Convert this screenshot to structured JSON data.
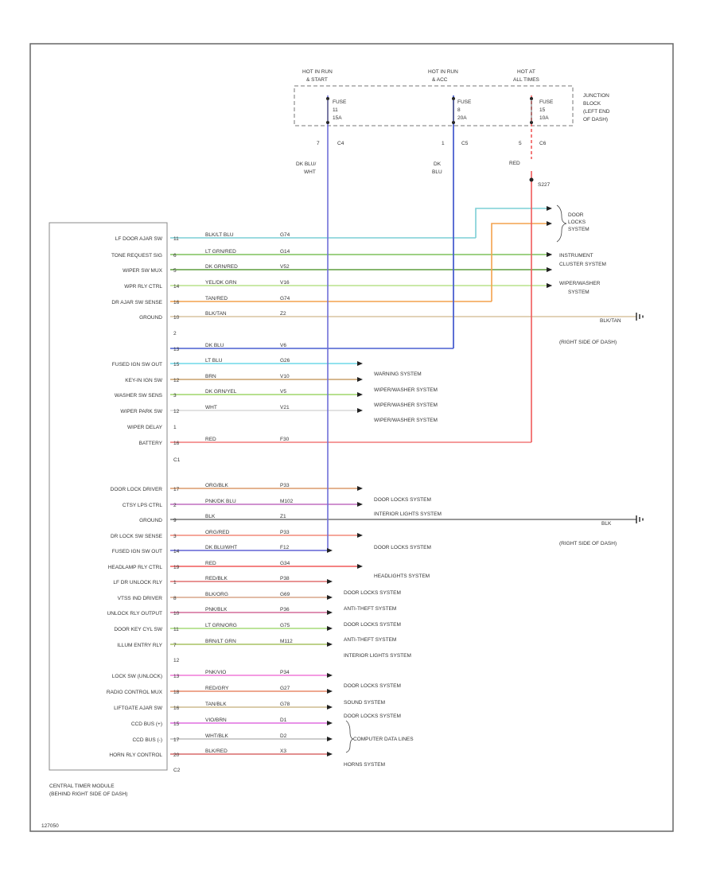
{
  "diagram_id": "127050",
  "module": {
    "name_line1": "CENTRAL TIMER MODULE",
    "name_line2": "(BEHIND RIGHT SIDE OF DASH)"
  },
  "junction_block": {
    "label_lines": [
      "JUNCTION",
      "BLOCK",
      "(LEFT END",
      "OF DASH)"
    ],
    "fuses": [
      {
        "supply_line1": "HOT IN RUN",
        "supply_line2": "& START",
        "fuse_lines": [
          "FUSE",
          "11",
          "15A"
        ],
        "pin": "7",
        "connector": "C4",
        "color": "#6f6fd8"
      },
      {
        "supply_line1": "HOT IN RUN",
        "supply_line2": "& ACC",
        "fuse_lines": [
          "FUSE",
          "8",
          "20A"
        ],
        "pin": "1",
        "connector": "C5",
        "color": "#4a5fd0"
      },
      {
        "supply_line1": "HOT AT",
        "supply_line2": "ALL TIMES",
        "fuse_lines": [
          "FUSE",
          "15",
          "10A"
        ],
        "pin": "5",
        "connector": "C6",
        "color": "#f05a5a"
      }
    ]
  },
  "feed_labels": {
    "dk_blu_wht": [
      "DK BLU/",
      "WHT"
    ],
    "dk_blu": [
      "DK",
      "BLU"
    ],
    "red": "RED",
    "splice": "S227"
  },
  "pins": [
    {
      "label": "LF DOOR AJAR SW",
      "pin": "11",
      "wire": "BLK/LT BLU",
      "circuit": "G74",
      "color": "#7ccfd6"
    },
    {
      "label": "TONE REQUEST SIG",
      "pin": "6",
      "wire": "LT GRN/RED",
      "circuit": "G14",
      "color": "#7fc25b"
    },
    {
      "label": "WIPER SW MUX",
      "pin": "5",
      "wire": "DK GRN/RED",
      "circuit": "V52",
      "color": "#5f9e3f"
    },
    {
      "label": "WPR RLY CTRL",
      "pin": "14",
      "wire": "YEL/DK GRN",
      "circuit": "V16",
      "color": "#b9e28a"
    },
    {
      "label": "DR AJAR SW SENSE",
      "pin": "16",
      "wire": "TAN/RED",
      "circuit": "G74",
      "color": "#f4a24d"
    },
    {
      "label": "GROUND",
      "pin": "10",
      "wire": "BLK/TAN",
      "circuit": "Z2",
      "color": "#d8c3a0"
    },
    {
      "label": "",
      "pin": "2",
      "wire": "",
      "circuit": "",
      "color": ""
    },
    {
      "label": "",
      "pin": "13",
      "wire": "DK BLU",
      "circuit": "V6",
      "color": "#4a5fd0"
    },
    {
      "label": "FUSED IGN SW OUT",
      "pin": "15",
      "wire": "LT BLU",
      "circuit": "G26",
      "color": "#6fd8e8"
    },
    {
      "label": "KEY-IN IGN SW",
      "pin": "12",
      "wire": "BRN",
      "circuit": "V10",
      "color": "#c9a06b"
    },
    {
      "label": "WASHER SW SENS",
      "pin": "3",
      "wire": "DK GRN/YEL",
      "circuit": "V5",
      "color": "#9fd56a"
    },
    {
      "label": "WIPER PARK SW",
      "pin": "12",
      "wire": "WHT",
      "circuit": "V21",
      "color": "#d8d8d8"
    },
    {
      "label": "WIPER DELAY",
      "pin": "1",
      "wire": "",
      "circuit": "",
      "color": ""
    },
    {
      "label": "BATTERY",
      "pin": "16",
      "wire": "RED",
      "circuit": "F30",
      "color": "#f27a7a"
    },
    {
      "label": "DOOR LOCK DRIVER",
      "pin": "17",
      "wire": "ORG/BLK",
      "circuit": "P33",
      "color": "#dc9a6c"
    },
    {
      "label": "CTSY LPS CTRL",
      "pin": "2",
      "wire": "PNK/DK BLU",
      "circuit": "M102",
      "color": "#c06fc0"
    },
    {
      "label": "GROUND",
      "pin": "9",
      "wire": "BLK",
      "circuit": "Z1",
      "color": "#777777"
    },
    {
      "label": "DR LOCK SW SENSE",
      "pin": "3",
      "wire": "ORG/RED",
      "circuit": "P33",
      "color": "#f28a7a"
    },
    {
      "label": "FUSED IGN SW OUT",
      "pin": "14",
      "wire": "DK BLU/WHT",
      "circuit": "F12",
      "color": "#a9b3ea"
    },
    {
      "label": "HEADLAMP RLY CTRL",
      "pin": "19",
      "wire": "RED",
      "circuit": "G34",
      "color": "#f05a5a"
    },
    {
      "label": "LF DR UNLOCK RLY",
      "pin": "1",
      "wire": "RED/BLK",
      "circuit": "P38",
      "color": "#e07070"
    },
    {
      "label": "VTSS IND DRIVER",
      "pin": "8",
      "wire": "BLK/ORG",
      "circuit": "G69",
      "color": "#d8a58a"
    },
    {
      "label": "UNLOCK RLY OUTPUT",
      "pin": "10",
      "wire": "PNK/BLK",
      "circuit": "P36",
      "color": "#d46b9a"
    },
    {
      "label": "DOOR KEY CYL SW",
      "pin": "11",
      "wire": "LT GRN/ORG",
      "circuit": "G75",
      "color": "#a6dc78"
    },
    {
      "label": "ILLUM ENTRY RLY",
      "pin": "7",
      "wire": "BRN/LT GRN",
      "circuit": "M112",
      "color": "#a9c264"
    },
    {
      "label": "",
      "pin": "12",
      "wire": "",
      "circuit": "",
      "color": ""
    },
    {
      "label": "LOCK SW (UNLOCK)",
      "pin": "13",
      "wire": "PNK/VIO",
      "circuit": "P34",
      "color": "#f07ad8"
    },
    {
      "label": "RADIO CONTROL MUX",
      "pin": "18",
      "wire": "RED/GRY",
      "circuit": "G27",
      "color": "#e88a6a"
    },
    {
      "label": "LIFTGATE AJAR SW",
      "pin": "16",
      "wire": "TAN/BLK",
      "circuit": "G78",
      "color": "#cdbb8f"
    },
    {
      "label": "CCD BUS (+)",
      "pin": "15",
      "wire": "VIO/BRN",
      "circuit": "D1",
      "color": "#e06fe0"
    },
    {
      "label": "CCD BUS (-)",
      "pin": "17",
      "wire": "WHT/BLK",
      "circuit": "D2",
      "color": "#bbbbbb"
    },
    {
      "label": "HORN RLY CONTROL",
      "pin": "20",
      "wire": "BLK/RED",
      "circuit": "X3",
      "color": "#d86a6a"
    }
  ],
  "connectors": {
    "c1": "C1",
    "c2": "C2"
  },
  "destinations": {
    "door_locks": [
      "DOOR",
      "LOCKS",
      "SYSTEM"
    ],
    "instrument_cluster": [
      "INSTRUMENT",
      "CLUSTER SYSTEM"
    ],
    "wiper_washer": [
      "WIPER/WASHER",
      "SYSTEM"
    ],
    "ground1_wire": "BLK/TAN",
    "ground1_loc": "(RIGHT SIDE OF DASH)",
    "ground2_wire": "BLK",
    "ground2_loc": "(RIGHT SIDE OF DASH)",
    "warning_system": "WARNING SYSTEM",
    "wiper_washer_system": "WIPER/WASHER SYSTEM",
    "door_locks_system": "DOOR LOCKS SYSTEM",
    "interior_lights_system": "INTERIOR LIGHTS SYSTEM",
    "headlights_system": "HEADLIGHTS SYSTEM",
    "anti_theft_system": "ANTI-THEFT SYSTEM",
    "sound_system": "SOUND SYSTEM",
    "computer_data_lines": "COMPUTER DATA LINES",
    "horns_system": "HORNS SYSTEM"
  }
}
